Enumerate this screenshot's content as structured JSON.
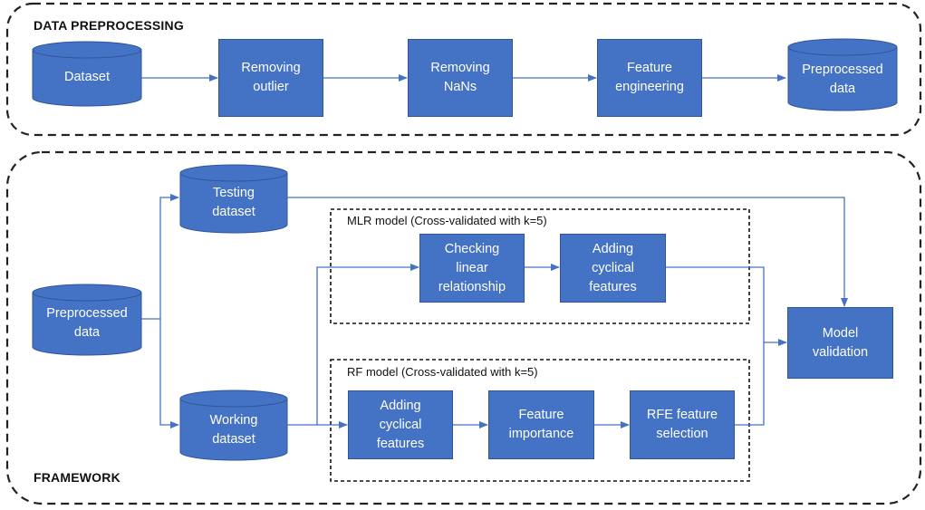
{
  "sections": {
    "preprocessing": "DATA PREPROCESSING",
    "framework": "FRAMEWORK"
  },
  "subgroups": {
    "mlr": "MLR model (Cross-validated  with k=5)",
    "rf": "RF model (Cross-validated  with k=5)"
  },
  "nodes": {
    "dataset": "Dataset",
    "removing_outlier": "Removing\noutlier",
    "removing_nans": "Removing\nNaNs",
    "feature_engineering": "Feature\nengineering",
    "preprocessed_data_1": "Preprocessed\ndata",
    "testing_dataset": "Testing\ndataset",
    "preprocessed_data_2": "Preprocessed\ndata",
    "working_dataset": "Working\ndataset",
    "checking_linear": "Checking\nlinear\nrelationship",
    "adding_cyclical_mlr": "Adding\ncyclical\nfeatures",
    "adding_cyclical_rf": "Adding\ncyclical\nfeatures",
    "feature_importance": "Feature\nimportance",
    "rfe_selection": "RFE feature\nselection",
    "model_validation": "Model\nvalidation"
  },
  "colors": {
    "node_fill": "#4472C4",
    "node_border": "#2F5597",
    "arrow": "#4472C4"
  }
}
